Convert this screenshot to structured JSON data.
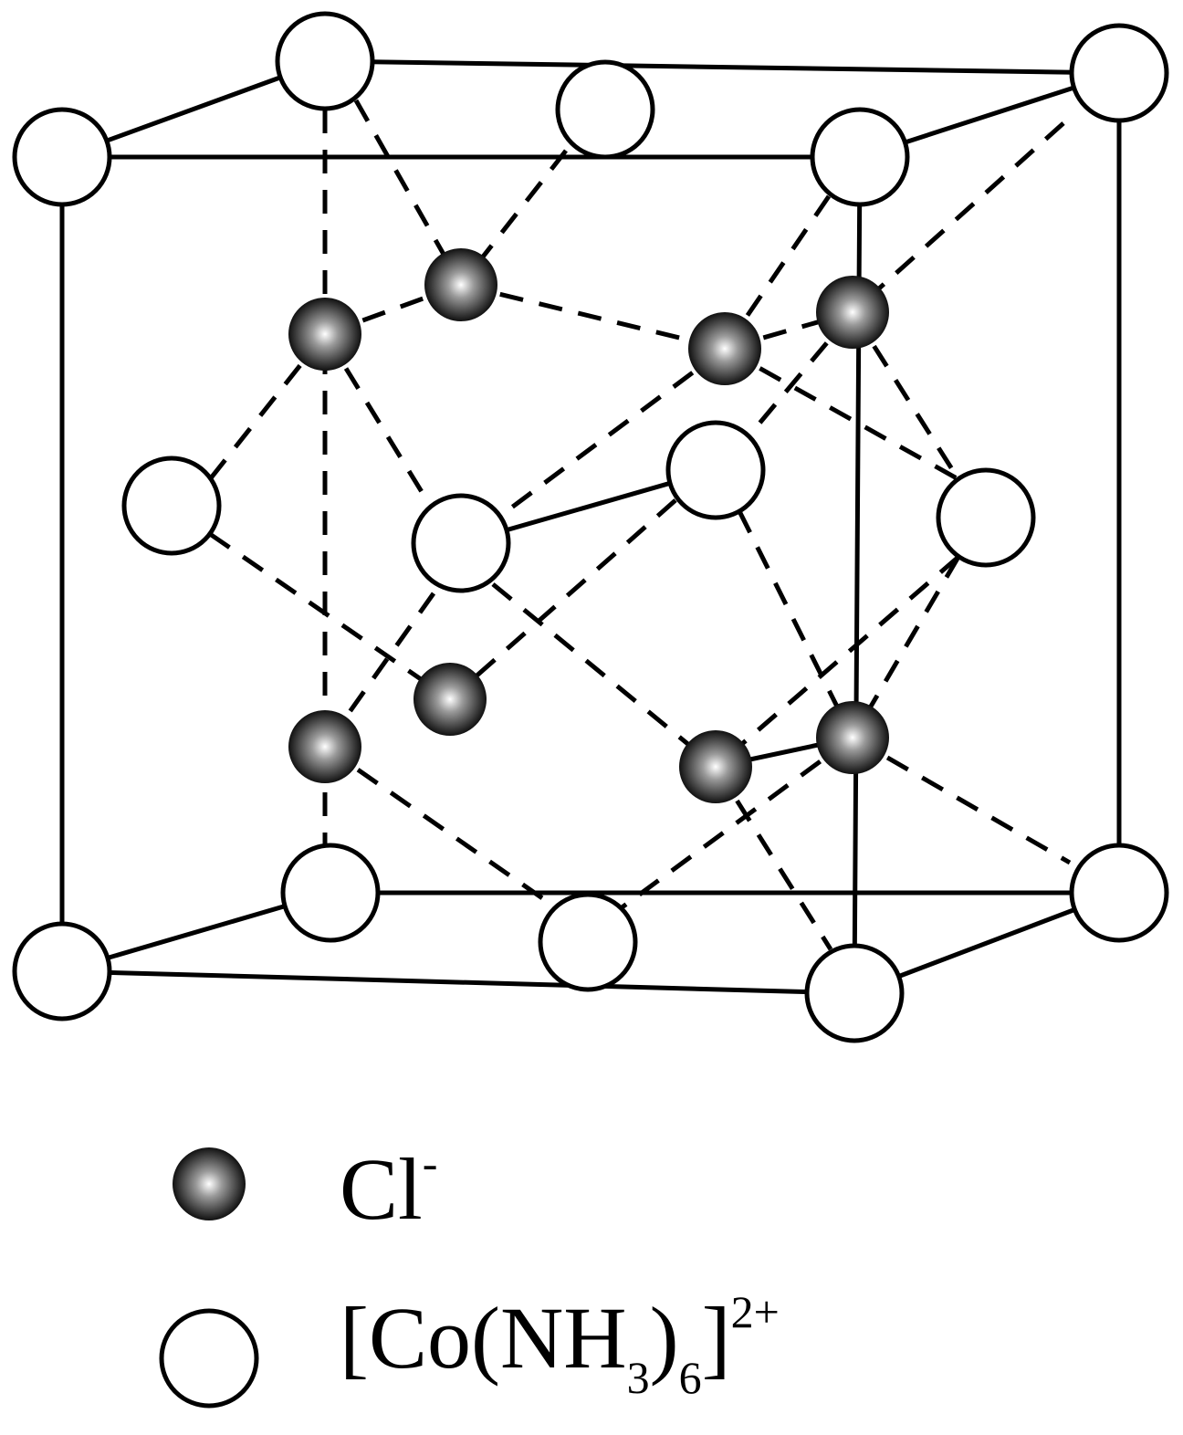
{
  "legend": {
    "chloride": {
      "symbol": "Cl",
      "charge": "-"
    },
    "cobalt_complex": {
      "open_bracket": "[",
      "metal": "Co",
      "open_paren": "(",
      "ligand": "NH",
      "ligand_subscript": "3",
      "close_paren": ")",
      "count_subscript": "6",
      "close_bracket": "]",
      "charge": "2+"
    }
  },
  "colors": {
    "line": "#000000",
    "open_atom_fill": "#ffffff",
    "chloride_highlight": "#ffffff",
    "chloride_shadow": "#111111"
  }
}
